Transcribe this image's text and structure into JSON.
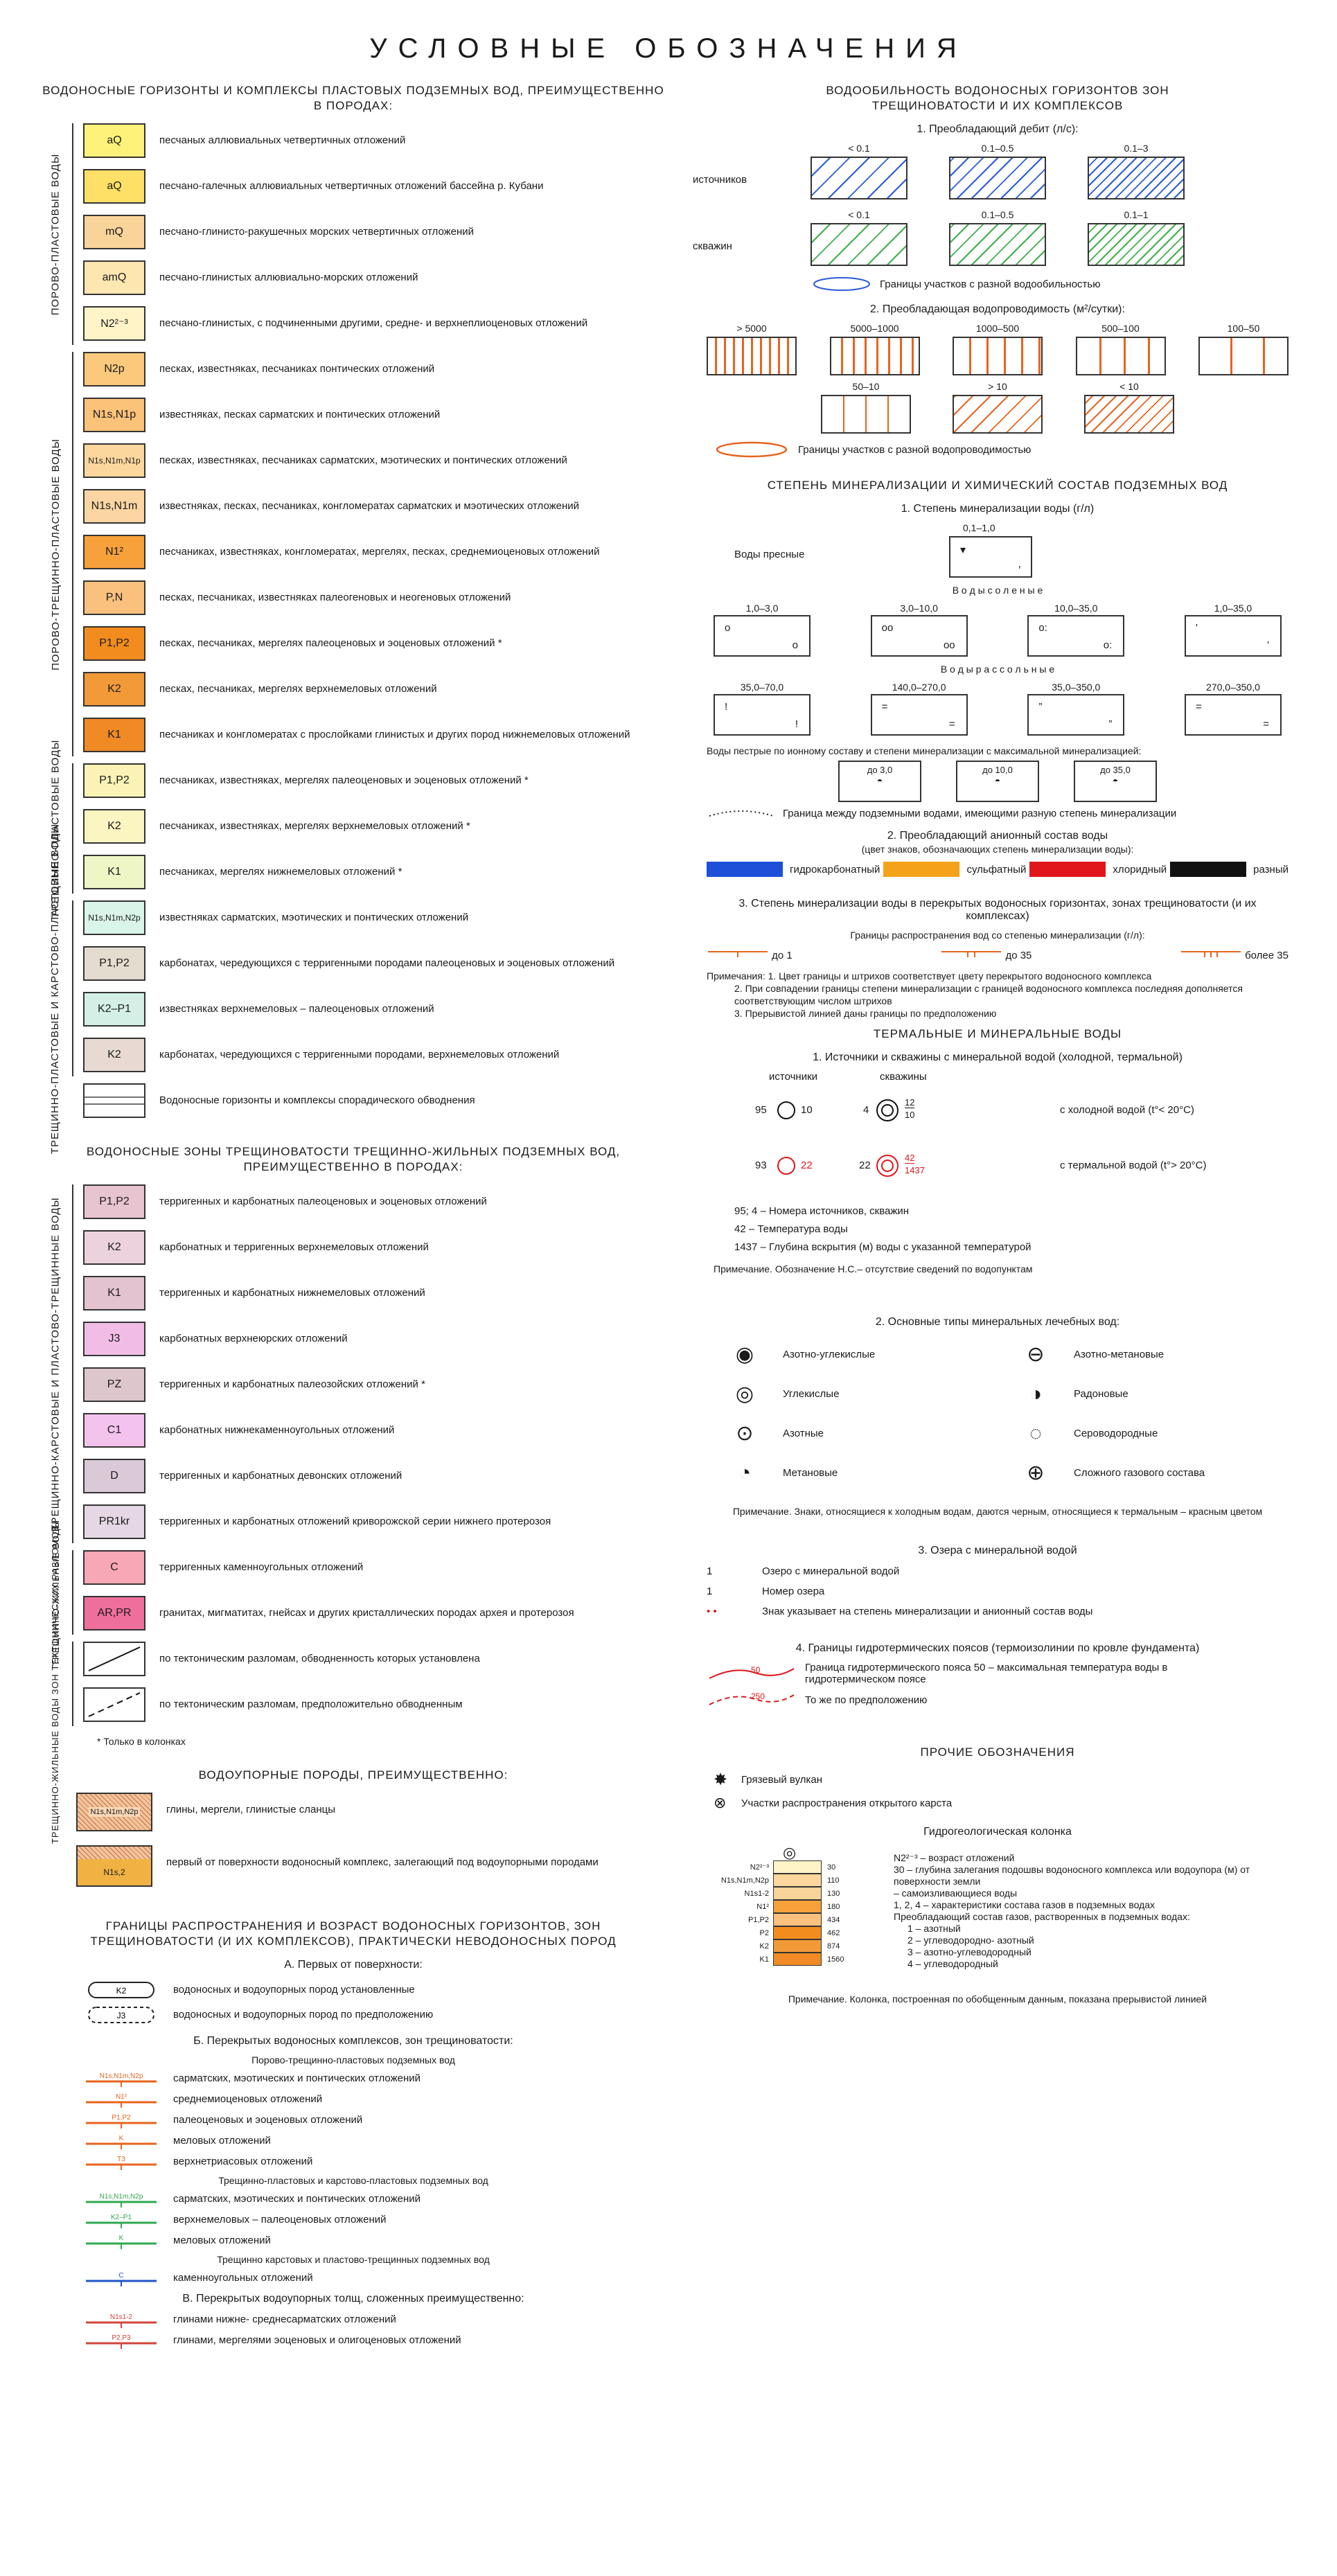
{
  "title": "УСЛОВНЫЕ   ОБОЗНАЧЕНИЯ",
  "left": {
    "s1_head": "ВОДОНОСНЫЕ ГОРИЗОНТЫ И КОМПЛЕКСЫ ПЛАСТОВЫХ ПОДЗЕМНЫХ ВОД, ПРЕИМУЩЕСТВЕННО В ПОРОДАХ:",
    "groups": [
      {
        "label": "ПОРОВО-ПЛАСТОВЫЕ ВОДЫ",
        "items": [
          {
            "code": "aQ",
            "color": "#fff27a",
            "text": "песчаных аллювиальных четвертичных отложений"
          },
          {
            "code": "aQ",
            "color": "#ffe066",
            "text": "песчано-галечных аллювиальных четвертичных отложений бассейна р. Кубани"
          },
          {
            "code": "mQ",
            "color": "#f8d39a",
            "text": "песчано-глинисто-ракушечных морских четвертичных отложений"
          },
          {
            "code": "amQ",
            "color": "#fde6b0",
            "text": "песчано-глинистых аллювиально-морских отложений"
          },
          {
            "code": "N2²⁻³",
            "color": "#fff4c8",
            "text": "песчано-глинистых, с подчиненными другими, средне- и верхнеплиоценовых отложений"
          }
        ]
      },
      {
        "label": "ПОРОВО-ТРЕЩИННО-ПЛАСТОВЫЕ ВОДЫ",
        "items": [
          {
            "code": "N2p",
            "color": "#fbc97c",
            "text": "песках, известняках, песчаниках понтических отложений"
          },
          {
            "code": "N1s,N1p",
            "color": "#fbc27a",
            "text": "известняках, песках сарматских и понтических отложений"
          },
          {
            "code": "N1s,N1m,N1p",
            "color": "#fcd79d",
            "text": "песках, известняках, песчаниках сарматских, мэотических и понтических отложений"
          },
          {
            "code": "N1s,N1m",
            "color": "#fbd5a2",
            "text": "известняках, песках, песчаниках, конгломератах сарматских и мэотических отложений"
          },
          {
            "code": "N1²",
            "color": "#f7a13b",
            "text": "песчаниках, известняках, конгломератах, мергелях, песках, среднемиоценовых отложений"
          },
          {
            "code": "P,N",
            "color": "#f9c07e",
            "text": "песках, песчаниках, известняках палеогеновых и неогеновых отложений"
          },
          {
            "code": "P1,P2",
            "color": "#f28c1e",
            "text": "песках, песчаниках, мергелях палеоценовых и эоценовых отложений *"
          },
          {
            "code": "K2",
            "color": "#f39a38",
            "text": "песках, песчаниках, мергелях верхнемеловых отложений"
          },
          {
            "code": "K1",
            "color": "#f08a24",
            "text": "песчаниках и конгломератах с прослойками глинистых и других пород нижнемеловых отложений"
          }
        ]
      },
      {
        "label": "ТРЕЩИННО-ПЛАСТОВЫЕ ВОДЫ",
        "items": [
          {
            "code": "P1,P2",
            "color": "#fbf3b5",
            "text": "песчаниках, известняках, мергелях палеоценовых и эоценовых отложений *"
          },
          {
            "code": "K2",
            "color": "#fbf5c2",
            "text": "песчаниках, известняках, мергелях верхнемеловых отложений *"
          },
          {
            "code": "K1",
            "color": "#eef6c6",
            "text": "песчаниках, мергелях нижнемеловых отложений *"
          }
        ]
      },
      {
        "label": "ТРЕЩИННО-ПЛАСТОВЫЕ И КАРСТОВО-ПЛАСТОВЫЕ ВОДЫ",
        "items": [
          {
            "code": "N1s,N1m,N2p",
            "color": "#d9f4e8",
            "text": "известняках сарматских, мэотических и понтических отложений"
          },
          {
            "code": "P1,P2",
            "color": "#e4dccf",
            "text": "карбонатах, чередующихся с терригенными породами палеоценовых и эоценовых отложений"
          },
          {
            "code": "K2–P1",
            "color": "#d4f0e6",
            "text": "известняках верхнемеловых – палеоценовых отложений"
          },
          {
            "code": "K2",
            "color": "#e8d9d2",
            "text": "карбонатах, чередующихся с терригенными породами, верхнемеловых отложений"
          }
        ]
      }
    ],
    "sporadic": "Водоносные горизонты и комплексы спорадического обводнения",
    "s2_head": "ВОДОНОСНЫЕ ЗОНЫ ТРЕЩИНОВАТОСТИ ТРЕЩИННО-ЖИЛЬНЫХ ПОДЗЕМНЫХ ВОД, ПРЕИМУЩЕСТВЕННО В ПОРОДАХ:",
    "groups2": [
      {
        "label": "ТРЕЩИННО-КАРСТОВЫЕ И ПЛАСТОВО-ТРЕЩИННЫЕ ВОДЫ",
        "items": [
          {
            "code": "P1,P2",
            "color": "#e7c4cf",
            "text": "терригенных и карбонатных палеоценовых и эоценовых отложений"
          },
          {
            "code": "K2",
            "color": "#ecd2dc",
            "text": "карбонатных и терригенных верхнемеловых отложений"
          },
          {
            "code": "K1",
            "color": "#e3c3d0",
            "text": "терригенных и карбонатных нижнемеловых отложений"
          },
          {
            "code": "J3",
            "color": "#f1bde6",
            "text": "карбонатных верхнеюрских отложений"
          },
          {
            "code": "PZ",
            "color": "#ddc6cc",
            "text": "терригенных и карбонатных палеозойских отложений *"
          },
          {
            "code": "C1",
            "color": "#f3c3ee",
            "text": "карбонатных нижнекаменноугольных отложений"
          },
          {
            "code": "D",
            "color": "#dcc9d8",
            "text": "терригенных и карбонатных девонских отложений"
          },
          {
            "code": "PR1kr",
            "color": "#e5d8e4",
            "text": "терригенных и карбонатных отложений криворожской серии нижнего протерозоя"
          }
        ]
      },
      {
        "label": "ТРЕЩИННО-ЖИЛЬНЫЕ ВОДЫ",
        "items": [
          {
            "code": "C",
            "color": "#f7a7b5",
            "text": "терригенных каменноугольных отложений"
          },
          {
            "code": "AR,PR",
            "color": "#ef6f9c",
            "text": "гранитах, мигматитах, гнейсах и других кристаллических породах архея и протерозоя"
          }
        ]
      }
    ],
    "faults_label": "ТРЕЩИННО-ЖИЛЬНЫЕ ВОДЫ ЗОН ТЕКТОНИЧЕСКИХ РАЗЛОМОВ",
    "faults": [
      "по тектоническим разломам, обводненность которых установлена",
      "по тектоническим разломам, предположительно обводненным"
    ],
    "only_cols": "* Только в колонках",
    "s3_head": "ВОДОУПОРНЫЕ ПОРОДЫ, ПРЕИМУЩЕСТВЕННО:",
    "aquicludes": [
      {
        "code": "N1s,N1m,N2p",
        "text": "глины, мергели, глинистые сланцы"
      },
      {
        "code": "N1s,2",
        "text": "первый от поверхности водоносный комплекс, залегающий под водоупорными породами"
      }
    ],
    "s4_head": "ГРАНИЦЫ РАСПРОСТРАНЕНИЯ И ВОЗРАСТ ВОДОНОСНЫХ ГОРИЗОНТОВ, ЗОН ТРЕЩИНОВАТОСТИ (И ИХ КОМПЛЕКСОВ), ПРАКТИЧЕСКИ НЕВОДОНОСНЫХ ПОРОД",
    "a_head": "А. Первых от поверхности:",
    "a_items": [
      {
        "code": "K2",
        "text": "водоносных и водоупорных пород установленные"
      },
      {
        "code": "J3",
        "text": "водоносных и водоупорных пород по предположению"
      }
    ],
    "b_head": "Б. Перекрытых водоносных комплексов, зон трещиноватости:",
    "b_sub1": "Порово-трещинно-пластовых подземных вод",
    "b_items1": [
      {
        "code": "N1s,N1m,N2p",
        "color": "#e8641e",
        "text": "сарматских, мэотических и понтических отложений"
      },
      {
        "code": "N1²",
        "color": "#e8641e",
        "text": "среднемиоценовых отложений"
      },
      {
        "code": "P1,P2",
        "color": "#e8641e",
        "text": "палеоценовых и эоценовых отложений"
      },
      {
        "code": "K",
        "color": "#e8641e",
        "text": "меловых отложений"
      },
      {
        "code": "T3",
        "color": "#e8641e",
        "text": "верхнетриасовых отложений"
      }
    ],
    "b_sub2": "Трещинно-пластовых и карстово-пластовых подземных вод",
    "b_items2": [
      {
        "code": "N1s,N1m,N2p",
        "color": "#2fa84f",
        "text": "сарматских, мэотических и понтических отложений"
      },
      {
        "code": "K2–P1",
        "color": "#2fa84f",
        "text": "верхнемеловых – палеоценовых отложений"
      },
      {
        "code": "K",
        "color": "#2fa84f",
        "text": "меловых отложений"
      }
    ],
    "b_sub3": "Трещинно карстовых и пластово-трещинных подземных вод",
    "b_items3": [
      {
        "code": "C",
        "color": "#2255c8",
        "text": "каменноугольных отложений"
      }
    ],
    "v_head": "В. Перекрытых водоупорных толщ, сложенных преимущественно:",
    "v_items": [
      {
        "code": "N1s1-2",
        "color": "#d0453a",
        "text": "глинами нижне- среднесарматских отложений"
      },
      {
        "code": "P2,P3",
        "color": "#d0453a",
        "text": "глинами, мергелями эоценовых и олигоценовых отложений"
      }
    ]
  },
  "right": {
    "s1_head": "ВОДООБИЛЬНОСТЬ ВОДОНОСНЫХ ГОРИЗОНТОВ ЗОН ТРЕЩИНОВАТОСТИ И ИХ КОМПЛЕКСОВ",
    "debit_head": "1. Преобладающий дебит (л/с):",
    "debit_rows": [
      {
        "label": "источников",
        "cells": [
          "< 0.1",
          "0.1–0.5",
          "0.1–3"
        ],
        "color": "#2a5bd7"
      },
      {
        "label": "скважин",
        "cells": [
          "< 0.1",
          "0.1–0.5",
          "0.1–1"
        ],
        "color": "#3fae4c"
      }
    ],
    "debit_border": "Границы участков с разной водообильностью",
    "trans_head": "2. Преобладающая водопроводимость (м²/сутки):",
    "trans_row1": [
      "> 5000",
      "5000–1000",
      "1000–500",
      "500–100",
      "100–50"
    ],
    "trans_row2": [
      "50–10",
      "> 10",
      "< 10"
    ],
    "trans_border": "Границы участков с разной водопроводимостью",
    "s2_head": "СТЕПЕНЬ МИНЕРАЛИЗАЦИИ И ХИМИЧЕСКИЙ СОСТАВ ПОДЗЕМНЫХ ВОД",
    "min_head": "1. Степень минерализации воды (г/л)",
    "fresh_label": "Воды пресные",
    "fresh_val": "0,1–1,0",
    "salty_label": "В о д ы   с о л е н ы е",
    "salty": [
      "1,0–3,0",
      "3,0–10,0",
      "10,0–35,0",
      "1,0–35,0"
    ],
    "brine_label": "В о д ы   р а с с о л ь н ы е",
    "brine": [
      "35,0–70,0",
      "140,0–270,0",
      "35,0–350,0",
      "270,0–350,0"
    ],
    "mixed_label": "Воды пестрые по ионному составу и степени минерализации с максимальной минерализацией:",
    "mixed": [
      "до 3,0",
      "до 10,0",
      "до 35,0"
    ],
    "mixed_border": "Граница между подземными водами, имеющими разную степень минерализации",
    "anion_head": "2. Преобладающий анионный состав воды",
    "anion_sub": "(цвет знаков, обозначающих степень минерализации воды):",
    "anions": [
      {
        "color": "#1d4fd8",
        "text": "гидрокарбонатный"
      },
      {
        "color": "#f5a21b",
        "text": "сульфатный"
      },
      {
        "color": "#e0161b",
        "text": "хлоридный"
      },
      {
        "color": "#111111",
        "text": "разный"
      }
    ],
    "cov_head": "3. Степень минерализации воды в перекрытых водоносных горизонтах, зонах трещиноватости (и их комплексах)",
    "cov_sub": "Границы распространения вод со степенью минерализации (г/л):",
    "cov_items": [
      "до 1",
      "до 35",
      "более 35"
    ],
    "cov_notes": [
      "Примечания: 1. Цвет границы и штрихов соответствует цвету перекрытого водоносного комплекса",
      "2. При совпадении границы степени минерализации с границей водоносного комплекса последняя дополняется соответствующим числом штрихов",
      "3. Прерывистой линией даны границы по предположению"
    ],
    "therm_head": "ТЕРМАЛЬНЫЕ И МИНЕРАЛЬНЫЕ ВОДЫ",
    "therm_sub": "1. Источники и скважины с минеральной водой (холодной, термальной)",
    "col_src": "источники",
    "col_well": "скважины",
    "cold_label": "с холодной водой (t°< 20°C)",
    "hot_label": "с термальной водой (t°> 20°C)",
    "cold_src": [
      "95",
      "10"
    ],
    "cold_well": [
      "4",
      "12",
      "10"
    ],
    "hot_src": [
      "93",
      "22"
    ],
    "hot_well": [
      "22",
      "42",
      "1437"
    ],
    "therm_defs": [
      "95; 4 – Номера источников, скважин",
      "42 – Температура воды",
      "1437 – Глубина вскрытия (м) воды с указанной температурой"
    ],
    "therm_note": "Примечание. Обозначение Н.С.– отсутствие сведений по водопунктам",
    "types_head": "2. Основные типы минеральных лечебных вод:",
    "types": [
      "Азотно-углекислые",
      "Азотно-метановые",
      "Углекислые",
      "Радоновые",
      "Азотные",
      "Сероводородные",
      "Метановые",
      "Сложного газового состава"
    ],
    "types_note": "Примечание. Знаки, относящиеся к холодным водам, даются черным, относящиеся к термальным – красным цветом",
    "lakes_head": "3. Озера с минеральной водой",
    "lakes": [
      {
        "sym": "1",
        "text": "Озеро с минеральной водой"
      },
      {
        "sym": "1",
        "text": "Номер озера"
      },
      {
        "sym": "• •",
        "text": "Знак указывает на степень минерализации и анионный состав воды"
      }
    ],
    "geo_head": "4. Границы гидротермических поясов (термоизолинии по кровле фундамента)",
    "geo": [
      {
        "num": "50",
        "text": "Граница гидротермического пояса 50 – максимальная температура воды в гидротермическом поясе"
      },
      {
        "num": "250",
        "text": "То же по предположению"
      }
    ],
    "other_head": "ПРОЧИЕ ОБОЗНАЧЕНИЯ",
    "other": [
      "Грязевый вулкан",
      "Участки распространения открытого карста"
    ],
    "col_head": "Гидрогеологическая колонка",
    "col_rows": [
      {
        "code": "N2²⁻³",
        "depth": "30"
      },
      {
        "code": "N1s,N1m,N2p",
        "depth": "110"
      },
      {
        "code": "N1s1-2",
        "depth": "130"
      },
      {
        "code": "N1²",
        "depth": "180"
      },
      {
        "code": "P1,P2",
        "depth": "434"
      },
      {
        "code": "P2",
        "depth": "462"
      },
      {
        "code": "K2",
        "depth": "874"
      },
      {
        "code": "K1",
        "depth": "1560"
      }
    ],
    "col_defs": [
      "N2²⁻³ – возраст отложений",
      "30 – глубина залегания подошвы водоносного комплекса или водоупора (м) от поверхности земли",
      "– самоизливающиеся воды",
      "1, 2, 4 – характеристики состава газов в подземных водах",
      "Преобладающий состав газов, растворенных в подземных водах:",
      "1 – азотный",
      "2 – углеводородно- азотный",
      "3 – азотно-углеводородный",
      "4 – углеводородный"
    ],
    "col_note": "Примечание. Колонка, построенная по обобщенным данным, показана прерывистой линией"
  }
}
